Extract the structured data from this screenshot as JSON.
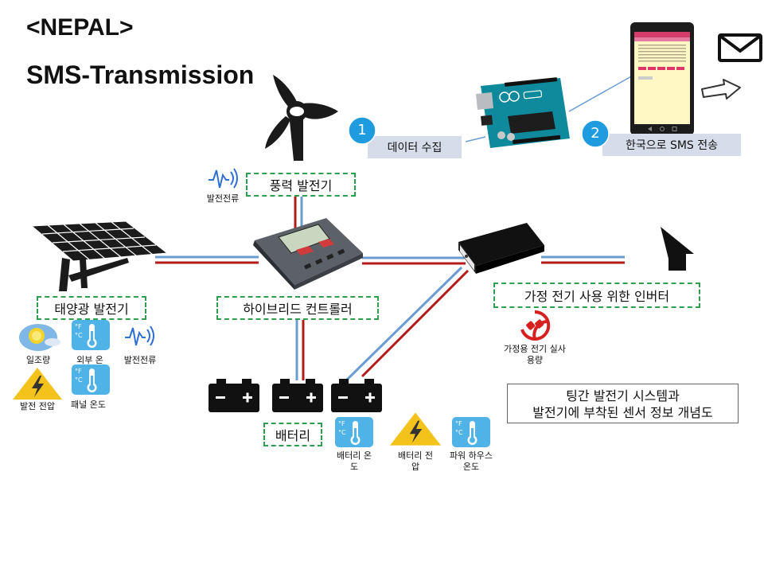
{
  "header": {
    "country": "<NEPAL>",
    "title": "SMS-Transmission"
  },
  "steps": [
    {
      "number": "1",
      "label": "데이터 수집"
    },
    {
      "number": "2",
      "label": "한국으로 SMS 전송"
    }
  ],
  "components": {
    "wind": "풍력 발전기",
    "solar": "태양광 발전기",
    "controller": "하이브리드 컨트롤러",
    "inverter": "가정 전기 사용 위한 인버터",
    "battery": "배터리"
  },
  "sensors": {
    "wind_current": "발전전류",
    "solar_irradiance": "일조량",
    "outside_temp": "외부 온",
    "solar_current": "발전전류",
    "gen_voltage": "발전 전압",
    "panel_temp": "패널 온도",
    "battery_temp": "배터리 온도",
    "battery_voltage": "배터리 전압",
    "powerhouse_temp": "파워 하우스 온도",
    "household_usage": "가정용 전기 실사용량"
  },
  "caption": {
    "line1": "팅간 발전기 시스템과",
    "line2": "발전기에 부착된 센서 정보 개념도"
  },
  "colors": {
    "red_wire": "#b31b1b",
    "blue_wire": "#6a9bd1",
    "dash_green": "#2e9e4f",
    "badge_blue": "#1f9be0"
  }
}
